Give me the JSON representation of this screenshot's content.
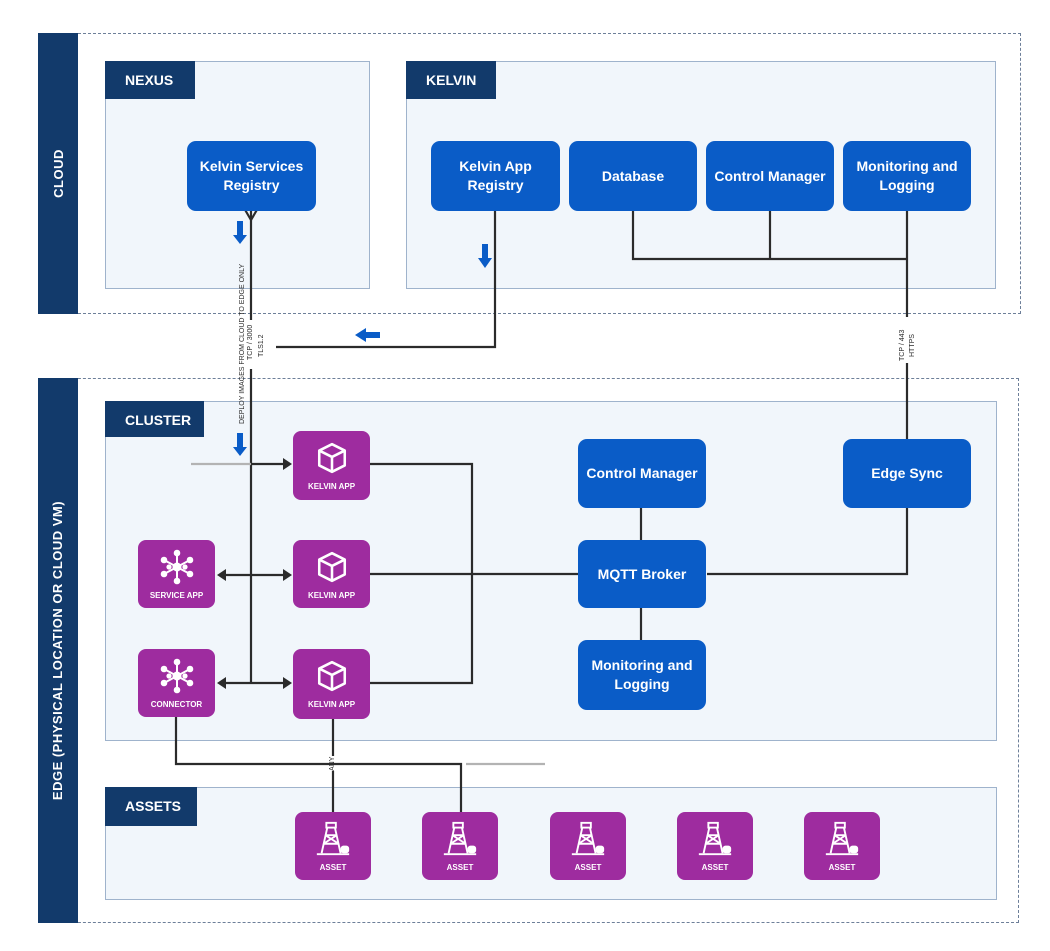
{
  "zones": {
    "cloud": {
      "label": "CLOUD"
    },
    "edge": {
      "label": "EDGE (PHYSICAL LOCATION OR CLOUD VM)"
    }
  },
  "panels": {
    "nexus": {
      "title": "NEXUS"
    },
    "kelvin": {
      "title": "KELVIN"
    },
    "cluster": {
      "title": "CLUSTER"
    },
    "assets": {
      "title": "ASSETS"
    }
  },
  "nexus_boxes": {
    "kelvin_services_registry": "Kelvin Services Registry"
  },
  "kelvin_boxes": {
    "kelvin_app_registry": "Kelvin App Registry",
    "database": "Database",
    "control_manager": "Control Manager",
    "monitoring_logging": "Monitoring and Logging"
  },
  "cluster_boxes": {
    "control_manager": "Control Manager",
    "mqtt_broker": "MQTT Broker",
    "monitoring_logging": "Monitoring and Logging",
    "edge_sync": "Edge Sync"
  },
  "cluster_tiles": {
    "kelvin_app_1": "KELVIN APP",
    "kelvin_app_2": "KELVIN APP",
    "kelvin_app_3": "KELVIN APP",
    "service_app": "SERVICE APP",
    "connector": "CONNECTOR"
  },
  "asset_tiles": [
    "ASSET",
    "ASSET",
    "ASSET",
    "ASSET",
    "ASSET"
  ],
  "connection_labels": {
    "deploy": "DEPLOY IMAGES FROM CLOUD TO EDGE ONLY",
    "tcp_3000": "TCP / 3000",
    "tls": "TLS1.2",
    "tcp_443": "TCP / 443",
    "https": "HTTPS",
    "any": "ANY"
  },
  "icons": {
    "app": "cube-icon",
    "service": "star-network-icon",
    "asset": "oil-derrick-icon",
    "flow": "arrow-icon"
  },
  "colors": {
    "navy": "#123a6b",
    "blue": "#0a5cc7",
    "purple": "#9e2c9f",
    "panel_bg": "#f1f6fb",
    "line": "#2b2b2b"
  }
}
